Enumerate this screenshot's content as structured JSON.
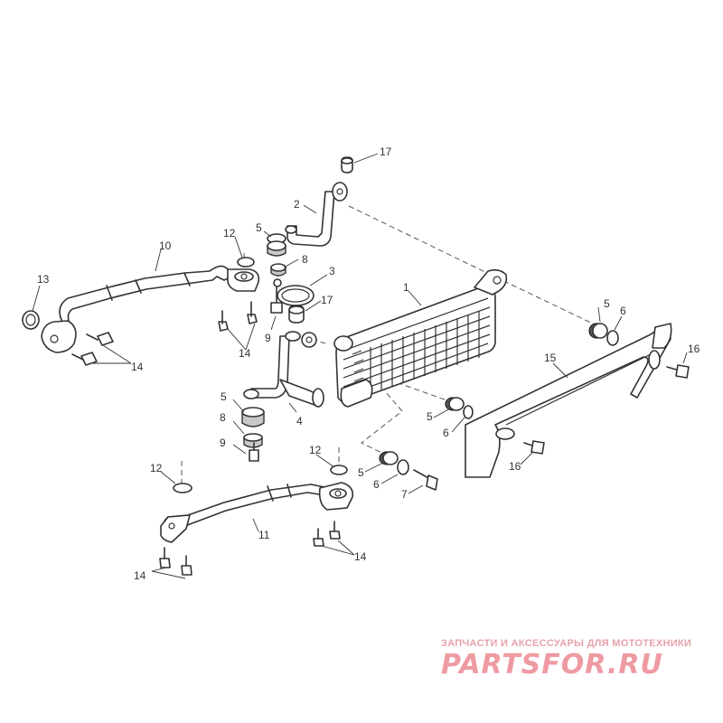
{
  "labels": {
    "l1": "1",
    "l2": "2",
    "l3": "3",
    "l4": "4",
    "l5a": "5",
    "l5b": "5",
    "l5c": "5",
    "l5d": "5",
    "l5e": "5",
    "l6a": "6",
    "l6b": "6",
    "l6c": "6",
    "l7": "7",
    "l8a": "8",
    "l8b": "8",
    "l9a": "9",
    "l9b": "9",
    "l10": "10",
    "l11": "11",
    "l12a": "12",
    "l12b": "12",
    "l12c": "12",
    "l13": "13",
    "l14a": "14",
    "l14b": "14",
    "l14c": "14",
    "l14d": "14",
    "l15": "15",
    "l16a": "16",
    "l16b": "16",
    "l17a": "17",
    "l17b": "17"
  },
  "watermark": {
    "tagline": "ЗАПЧАСТИ И АКСЕССУАРЫ ДЛЯ МОТОТЕХНИКИ",
    "logo": "PARTSFOR.RU"
  },
  "colors": {
    "line": "#333333",
    "watermark": "#ef9aa2"
  }
}
